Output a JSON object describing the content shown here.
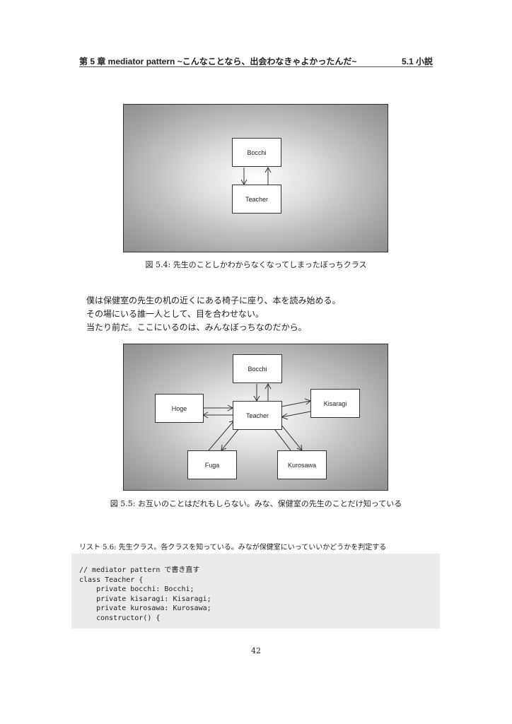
{
  "header": {
    "chapter_title": "第 5 章 mediator pattern ~こんなことなら、出会わなきゃよかったんだ~",
    "section_title": "5.1 小説"
  },
  "figure_5_4": {
    "nodes": {
      "bocchi": "Bocchi",
      "teacher": "Teacher"
    },
    "caption": "図 5.4: 先生のことしかわからなくなってしまったぼっちクラス"
  },
  "body": {
    "lines": [
      "僕は保健室の先生の机の近くにある椅子に座り、本を読み始める。",
      "その場にいる誰一人として、目を合わせない。",
      "当たり前だ。ここにいるのは、みんなぼっちなのだから。"
    ]
  },
  "figure_5_5": {
    "nodes": {
      "bocchi": "Bocchi",
      "hoge": "Hoge",
      "teacher": "Teacher",
      "kisaragi": "Kisaragi",
      "fuga": "Fuga",
      "kurosawa": "Kurosawa"
    },
    "caption": "図 5.5: お互いのことはだれもしらない。みな、保健室の先生のことだけ知っている"
  },
  "listing": {
    "caption": "リスト 5.6: 先生クラス。各クラスを知っている。みなが保健室にいっていいかどうかを判定する",
    "code_lines": [
      "// mediator pattern で書き直す",
      "class Teacher {",
      "    private bocchi: Bocchi;",
      "    private kisaragi: Kisaragi;",
      "    private kurosawa: Kurosawa;",
      "    constructor() {"
    ]
  },
  "footer": {
    "page_number": "42"
  }
}
